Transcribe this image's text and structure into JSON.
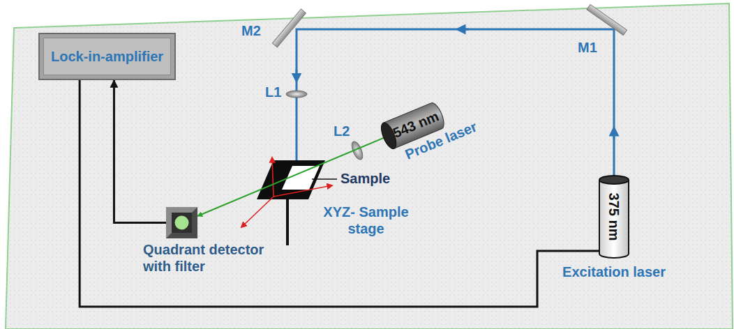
{
  "diagram": {
    "nodes": [
      {
        "text": [
          "Lock-in-amplifier"
        ]
      },
      {
        "text": [
          "Quadrant detector with filter"
        ]
      },
      {
        "text": [
          "543 nm",
          "Probe laser"
        ]
      },
      {
        "text": [
          "375 nm",
          "Excitation laser"
        ]
      }
    ],
    "edges": [
      {
        "from": 1,
        "to": 0,
        "arrow": "to"
      },
      {
        "from": 3,
        "to": 0,
        "arrow": "none"
      },
      {
        "from": 2,
        "to": 1,
        "arrow": "to"
      }
    ],
    "labels": [
      "M1",
      "M2",
      "L1",
      "L2",
      "Sample",
      "XYZ- Sample stage"
    ]
  }
}
